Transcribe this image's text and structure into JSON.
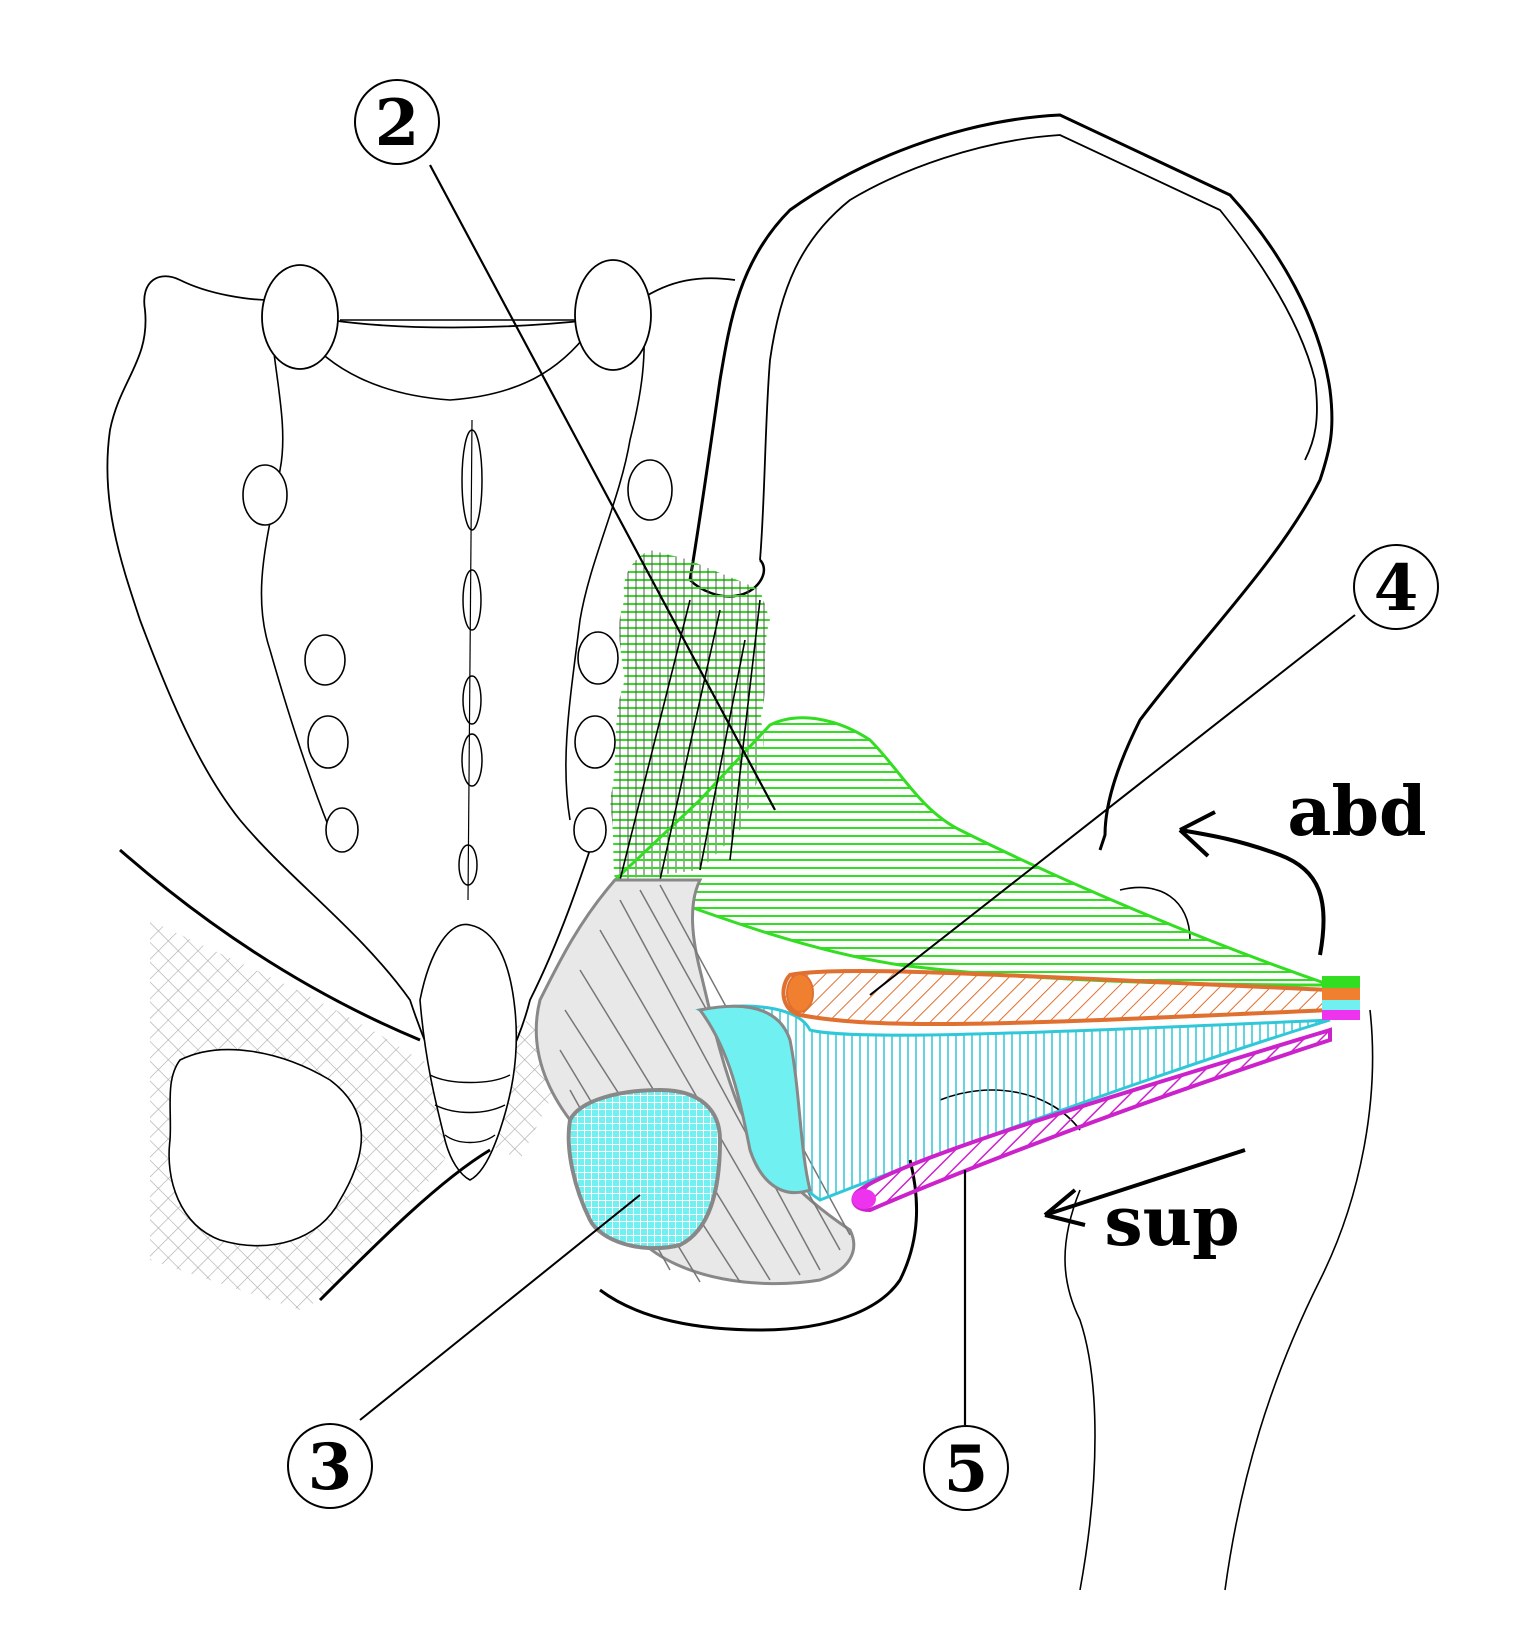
{
  "callouts": [
    {
      "id": "2",
      "label": "2"
    },
    {
      "id": "3",
      "label": "3"
    },
    {
      "id": "4",
      "label": "4"
    },
    {
      "id": "5",
      "label": "5"
    }
  ],
  "motions": {
    "abduction": "abd",
    "supination": "sup"
  },
  "colors": {
    "outline": "#000000",
    "muscle_green": "#33dd22",
    "muscle_orange": "#e07030",
    "muscle_cyan": "#30c8d8",
    "muscle_cyan_fill": "#70f0f0",
    "muscle_magenta": "#cc22cc",
    "membrane_grey": "#888888"
  }
}
